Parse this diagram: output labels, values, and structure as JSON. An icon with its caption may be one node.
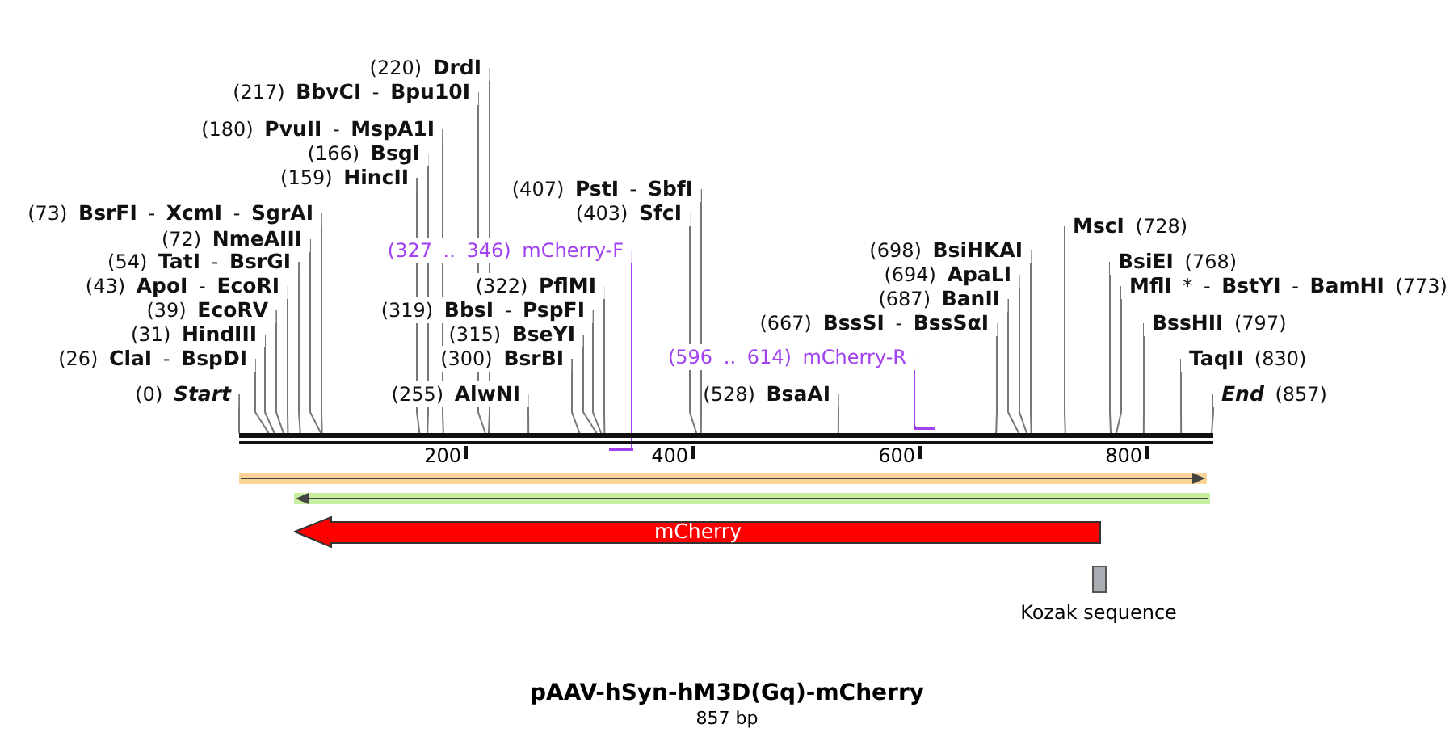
{
  "diagram": {
    "title": "pAAV-hSyn-hM3D(Gq)-mCherry",
    "caption": "857 bp",
    "nodes": [
      {
        "text": [
          "(220) **DrdI**"
        ]
      },
      {
        "text": [
          "(217) **BbvCI** - **Bpu10I**"
        ]
      },
      {
        "text": [
          "(180) **PvuII** - **MspA1I**"
        ]
      },
      {
        "text": [
          "(166) **BsgI**"
        ]
      },
      {
        "text": [
          "(159) **HincII**"
        ]
      },
      {
        "text": [
          "(407) **PstI** - **SbfI**"
        ]
      },
      {
        "text": [
          "(73) **BsrFI** - **XcmI** - **SgrAI**"
        ]
      },
      {
        "text": [
          "(403) **SfcI**"
        ]
      },
      {
        "text": [
          "**MscI** (728)"
        ]
      },
      {
        "text": [
          "(72) **NmeAIII**"
        ]
      },
      {
        "text": [
          "(698) **BsiHKAI**"
        ]
      },
      {
        "text": [
          "(327 .. 346) mCherry-F"
        ]
      },
      {
        "text": [
          "(54) **TatI** - **BsrGI**"
        ]
      },
      {
        "text": [
          "**BsiEI** (768)"
        ]
      },
      {
        "text": [
          "(694) **ApaLI**"
        ]
      },
      {
        "text": [
          "(43) **ApoI** - **EcoRI**"
        ]
      },
      {
        "text": [
          "(322) **PflMI**"
        ]
      },
      {
        "text": [
          "**MflI** * - **BstYI** - **BamHI** (773)"
        ]
      },
      {
        "text": [
          "(687) **BanII**"
        ]
      },
      {
        "text": [
          "(39) **EcoRV**"
        ]
      },
      {
        "text": [
          "(319) **BbsI** - **PspFI**"
        ]
      },
      {
        "text": [
          "(667) **BssSI** - **BssSαI**"
        ]
      },
      {
        "text": [
          "**BssHII** (797)"
        ]
      },
      {
        "text": [
          "(31) **HindIII**"
        ]
      },
      {
        "text": [
          "(315) **BseYI**"
        ]
      },
      {
        "text": [
          "(26) **ClaI** - **BspDI**"
        ]
      },
      {
        "text": [
          "(300) **BsrBI**"
        ]
      },
      {
        "text": [
          "(596 .. 614) mCherry-R"
        ]
      },
      {
        "text": [
          "**TaqII** (830)"
        ]
      },
      {
        "text": [
          "(0) *Start*"
        ]
      },
      {
        "text": [
          "(255) **AlwNI**"
        ]
      },
      {
        "text": [
          "(528) **BsaAI**"
        ]
      },
      {
        "text": [
          "*End* (857)"
        ]
      },
      {
        "text": [],
        "shape": "bar"
      },
      {
        "text": [],
        "shape": "bar"
      },
      {
        "text": [],
        "shape": "bar"
      },
      {
        "text": [
          "mCherry"
        ]
      },
      {
        "text": [
          "Kozak sequence"
        ]
      }
    ],
    "edges": [
      {
        "from": 0,
        "to": 33,
        "arrow": "none"
      },
      {
        "from": 1,
        "to": 33,
        "arrow": "none"
      },
      {
        "from": 2,
        "to": 33,
        "arrow": "none"
      },
      {
        "from": 3,
        "to": 33,
        "arrow": "none"
      },
      {
        "from": 4,
        "to": 33,
        "arrow": "none"
      },
      {
        "from": 5,
        "to": 33,
        "arrow": "none"
      },
      {
        "from": 6,
        "to": 33,
        "arrow": "none"
      },
      {
        "from": 7,
        "to": 33,
        "arrow": "none"
      },
      {
        "from": 8,
        "to": 33,
        "arrow": "none"
      },
      {
        "from": 9,
        "to": 33,
        "arrow": "none"
      },
      {
        "from": 10,
        "to": 33,
        "arrow": "none"
      },
      {
        "from": 11,
        "to": 34,
        "arrow": "none",
        "color": "#a040f0"
      },
      {
        "from": 12,
        "to": 33,
        "arrow": "none"
      },
      {
        "from": 13,
        "to": 33,
        "arrow": "none"
      },
      {
        "from": 14,
        "to": 33,
        "arrow": "none"
      },
      {
        "from": 15,
        "to": 33,
        "arrow": "none"
      },
      {
        "from": 16,
        "to": 33,
        "arrow": "none"
      },
      {
        "from": 17,
        "to": 33,
        "arrow": "none"
      },
      {
        "from": 18,
        "to": 33,
        "arrow": "none"
      },
      {
        "from": 19,
        "to": 33,
        "arrow": "none"
      },
      {
        "from": 20,
        "to": 33,
        "arrow": "none"
      },
      {
        "from": 21,
        "to": 33,
        "arrow": "none"
      },
      {
        "from": 22,
        "to": 33,
        "arrow": "none"
      },
      {
        "from": 23,
        "to": 33,
        "arrow": "none"
      },
      {
        "from": 24,
        "to": 33,
        "arrow": "none"
      },
      {
        "from": 25,
        "to": 33,
        "arrow": "none"
      },
      {
        "from": 26,
        "to": 33,
        "arrow": "none"
      },
      {
        "from": 27,
        "to": 35,
        "arrow": "none",
        "color": "#a040f0"
      },
      {
        "from": 28,
        "to": 33,
        "arrow": "none"
      },
      {
        "from": 29,
        "to": 33,
        "arrow": "none"
      },
      {
        "from": 30,
        "to": 33,
        "arrow": "none"
      },
      {
        "from": 31,
        "to": 33,
        "arrow": "none"
      },
      {
        "from": 32,
        "to": 33,
        "arrow": "none"
      }
    ],
    "labels": [
      "200",
      "400",
      "600",
      "800"
    ]
  }
}
